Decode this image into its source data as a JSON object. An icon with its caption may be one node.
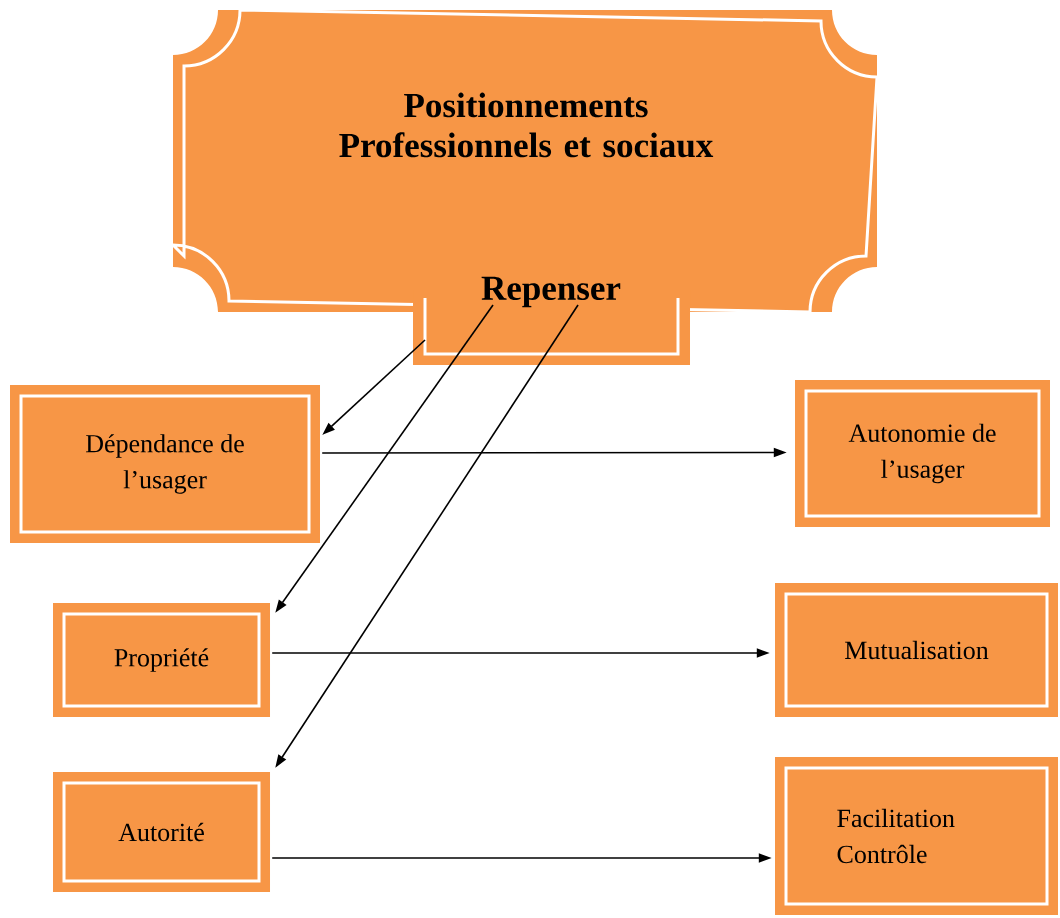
{
  "diagram": {
    "nodes": [
      {
        "text": [
          "Positionnements Professionnels et sociaux"
        ]
      },
      {
        "text": [
          "Repenser"
        ]
      },
      {
        "text": [
          "Dépendance de l’usager"
        ]
      },
      {
        "text": [
          "Autonomie de l’usager"
        ]
      },
      {
        "text": [
          "Propriété"
        ]
      },
      {
        "text": [
          "Mutualisation"
        ]
      },
      {
        "text": [
          "Autorité"
        ]
      },
      {
        "text": [
          "Facilitation Contrôle"
        ]
      }
    ],
    "edges": [
      {
        "from": 1,
        "to": 2,
        "arrow": "to"
      },
      {
        "from": 1,
        "to": 4,
        "arrow": "to"
      },
      {
        "from": 1,
        "to": 6,
        "arrow": "to"
      },
      {
        "from": 2,
        "to": 3,
        "arrow": "to"
      },
      {
        "from": 4,
        "to": 5,
        "arrow": "to"
      },
      {
        "from": 6,
        "to": 7,
        "arrow": "to"
      }
    ]
  }
}
